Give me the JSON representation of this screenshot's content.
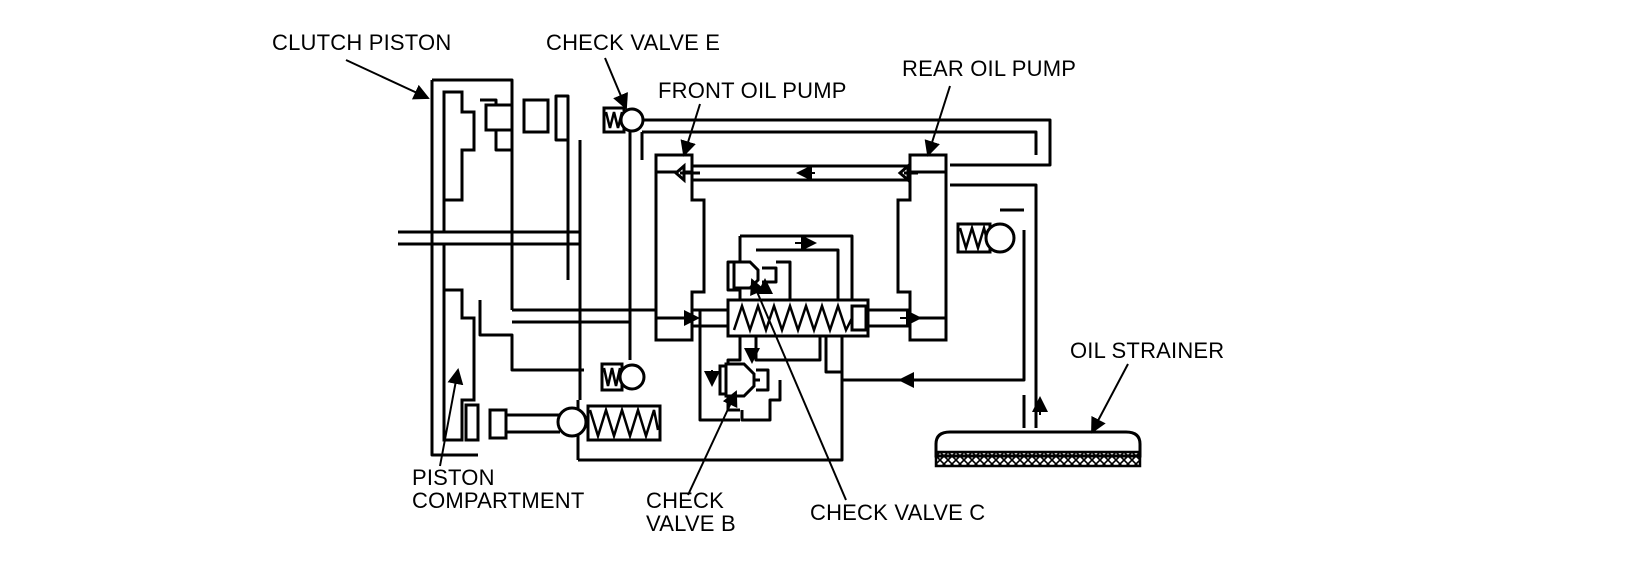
{
  "labels": {
    "clutch_piston": "CLUTCH PISTON",
    "check_valve_e": "CHECK VALVE E",
    "front_oil_pump": "FRONT OIL PUMP",
    "rear_oil_pump": "REAR OIL PUMP",
    "oil_strainer": "OIL STRAINER",
    "piston_compartment_1": "PISTON",
    "piston_compartment_2": "COMPARTMENT",
    "check_valve_b_1": "CHECK",
    "check_valve_b_2": "VALVE B",
    "check_valve_c": "CHECK VALVE C"
  },
  "colors": {
    "line": "#000000",
    "background": "#ffffff"
  }
}
